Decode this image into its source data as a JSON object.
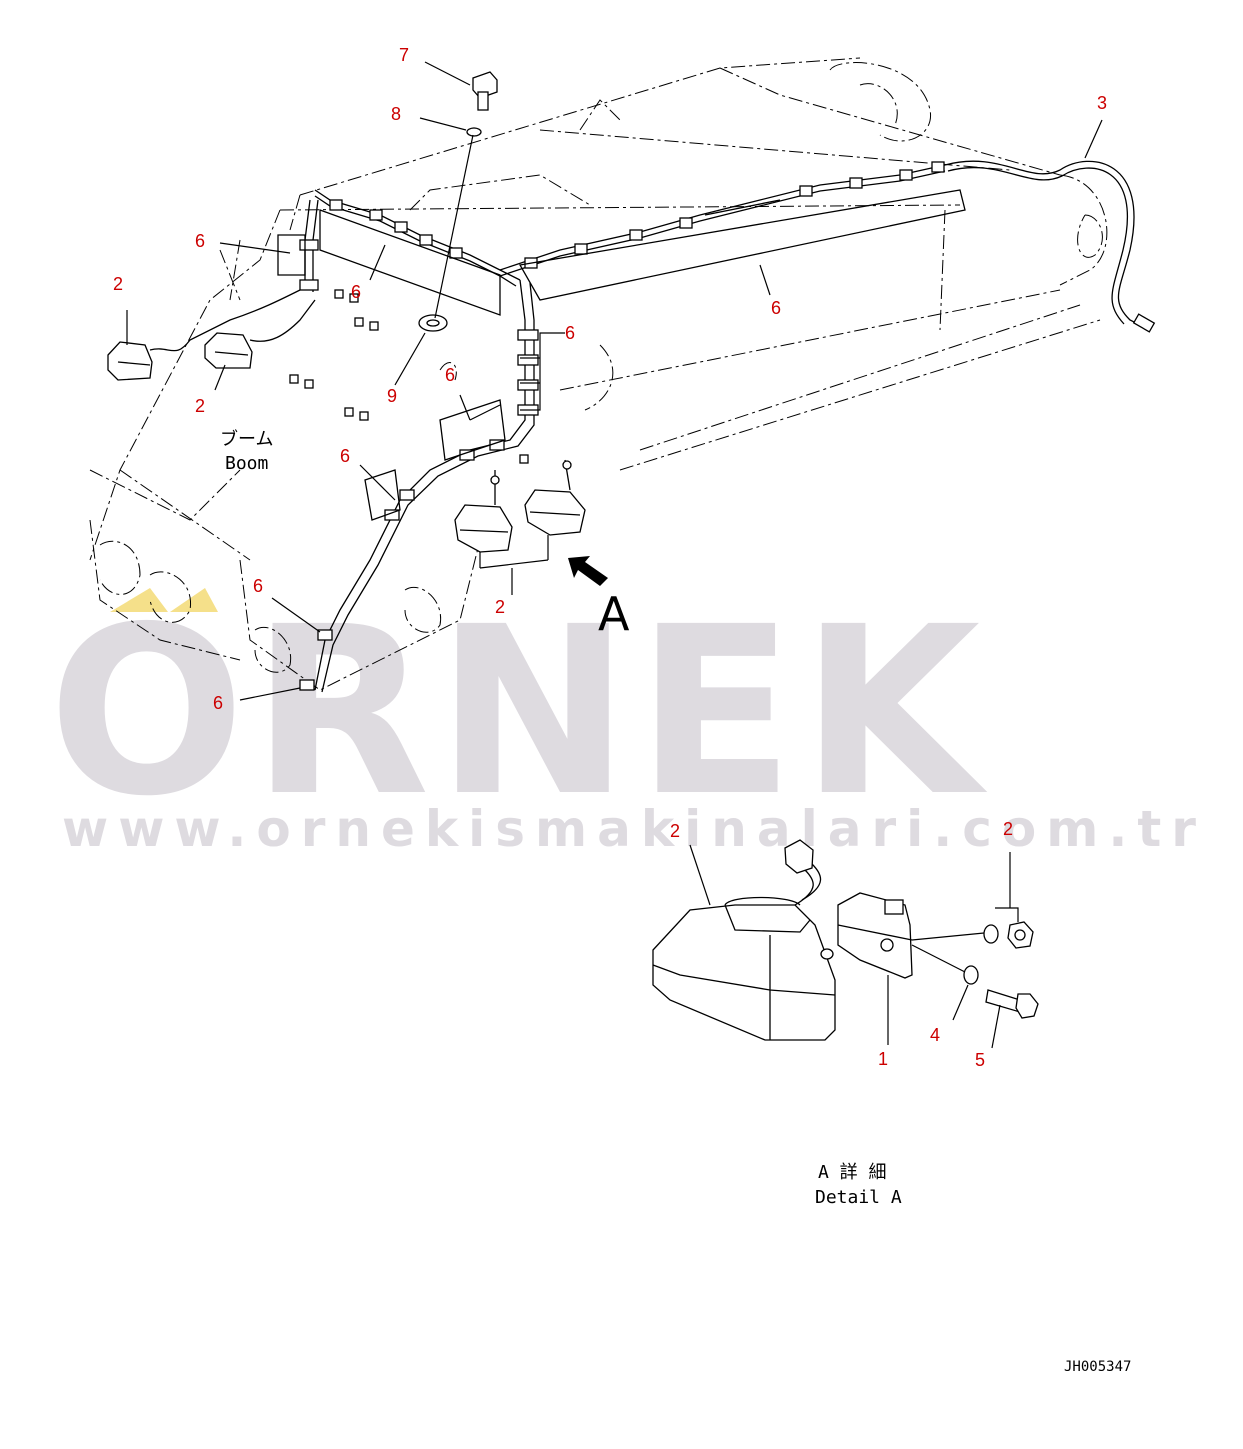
{
  "watermark": {
    "brand": "ORNEK",
    "url": "www.ornekismakinalari.com.tr",
    "accent_color": "#f5e08a",
    "text_color": "#dedbe0"
  },
  "labels": {
    "boom_jp": "ブーム",
    "boom_en": "Boom",
    "view_arrow": "A",
    "detail_jp": "A 詳 細",
    "detail_en": "Detail A",
    "drawing_code": "JH005347"
  },
  "callouts": {
    "c7": "7",
    "c8": "8",
    "c3": "3",
    "c6_top_left": "6",
    "c6_harness": "6",
    "c6_right": "6",
    "c6_mid": "6",
    "c6_center": "6",
    "c6_lower": "6",
    "c6_bottom_a": "6",
    "c6_bottom_b": "6",
    "c2_left_a": "2",
    "c2_left_b": "2",
    "c2_center": "2",
    "c9": "9",
    "c2_detail_lamp": "2",
    "c2_detail_nut": "2",
    "c1": "1",
    "c4": "4",
    "c5": "5"
  },
  "colors": {
    "callout": "#cc0000",
    "line": "#000000"
  }
}
